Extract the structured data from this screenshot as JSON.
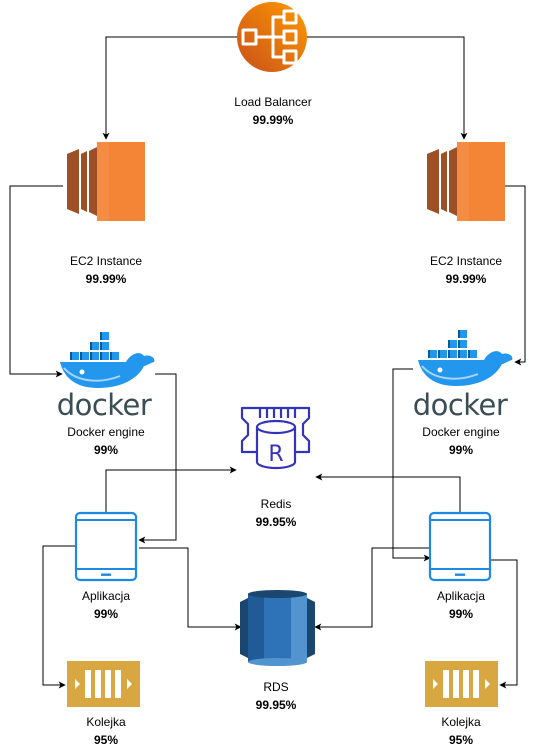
{
  "load_balancer": {
    "name": "Load Balancer",
    "availability": "99.99%",
    "icon": "load-balancer-icon",
    "color": "#ED7100"
  },
  "ec2_left": {
    "name": "EC2 Instance",
    "availability": "99.99%",
    "icon": "ec2-instance-icon",
    "color": "#F58536"
  },
  "ec2_right": {
    "name": "EC2 Instance",
    "availability": "99.99%",
    "icon": "ec2-instance-icon",
    "color": "#F58536"
  },
  "docker_left": {
    "name": "Docker engine",
    "availability": "99%",
    "icon": "docker-logo",
    "logo_text": "docker",
    "color": "#2496ED"
  },
  "docker_right": {
    "name": "Docker engine",
    "availability": "99%",
    "icon": "docker-logo",
    "logo_text": "docker",
    "color": "#2496ED"
  },
  "redis": {
    "name": "Redis",
    "availability": "99.95%",
    "icon": "redis-icon",
    "icon_letter": "R",
    "color": "#3334B9"
  },
  "app_left": {
    "name": "Aplikacja",
    "availability": "99%",
    "icon": "tablet-icon",
    "color": "#1E88E5"
  },
  "app_right": {
    "name": "Aplikacja",
    "availability": "99%",
    "icon": "tablet-icon",
    "color": "#1E88E5"
  },
  "rds": {
    "name": "RDS",
    "availability": "99.95%",
    "icon": "rds-database-icon",
    "color": "#2E73B8"
  },
  "queue_left": {
    "name": "Kolejka",
    "availability": "95%",
    "icon": "queue-icon",
    "color": "#D9A741"
  },
  "queue_right": {
    "name": "Kolejka",
    "availability": "95%",
    "icon": "queue-icon",
    "color": "#D9A741"
  }
}
